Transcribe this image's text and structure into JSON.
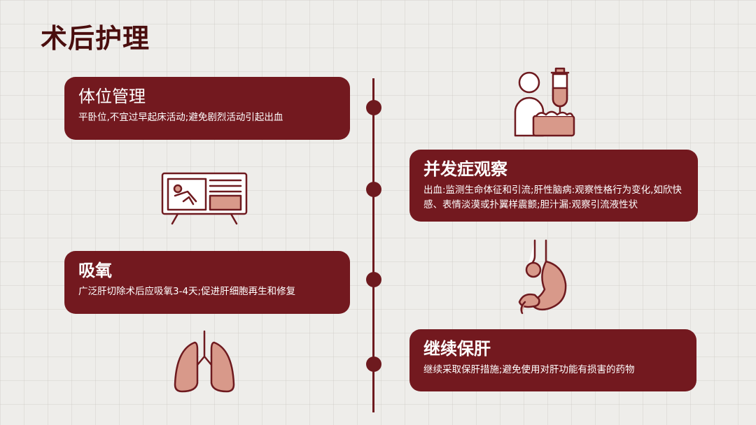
{
  "page": {
    "title": "术后护理"
  },
  "colors": {
    "accent": "#73191f",
    "background": "#eeedea",
    "title": "#4a0e0e",
    "icon_fill": "#d8998a",
    "icon_stroke": "#6e1a1f"
  },
  "cards": [
    {
      "heading": "体位管理",
      "desc": "平卧位,不宜过早起床活动;避免剧烈活动引起出血"
    },
    {
      "heading": "并发症观察",
      "desc": "出血:监测生命体征和引流;肝性脑病:观察性格行为变化,如欣快感、表情淡漠或扑翼样震颤;胆汁漏:观察引流液性状"
    },
    {
      "heading": "吸氧",
      "desc": "广泛肝切除术后应吸氧3-4天;促进肝细胞再生和修复"
    },
    {
      "heading": "继续保肝",
      "desc": "继续采取保肝措施;避免使用对肝功能有损害的药物"
    }
  ],
  "icons": [
    "patient-infusion-icon",
    "monitor-icon",
    "stomach-icon",
    "lungs-icon"
  ]
}
